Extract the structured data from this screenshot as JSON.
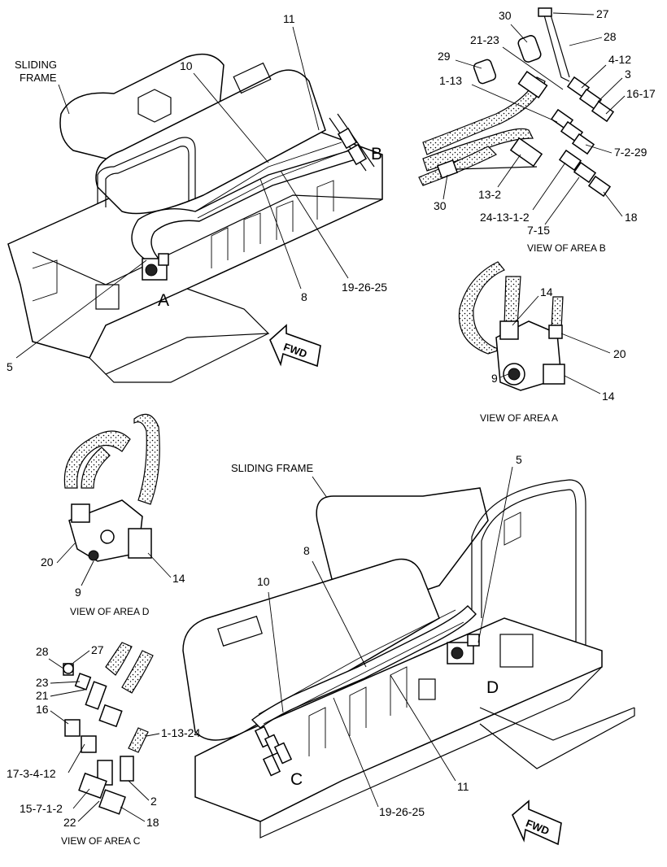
{
  "title": "",
  "top_main": {
    "frame_label": "SLIDING\nFRAME",
    "frame_label_lines": [
      "SLIDING",
      "FRAME"
    ],
    "area_A": "A",
    "area_B": "B",
    "fwd": "FWD",
    "callouts": [
      "11",
      "10",
      "5",
      "8",
      "19-26-25"
    ]
  },
  "view_b": {
    "caption": "VIEW OF AREA  B",
    "callouts": [
      "30",
      "27",
      "21-23",
      "28",
      "29",
      "4-12",
      "3",
      "1-13",
      "16-17",
      "7-2-29",
      "13-2",
      "30",
      "24-13-1-2",
      "18",
      "7-15"
    ]
  },
  "view_a": {
    "caption": "VIEW OF AREA  A",
    "callouts": [
      "14",
      "20",
      "9",
      "14"
    ]
  },
  "view_d": {
    "caption": "VIEW OF AREA  D",
    "callouts": [
      "20",
      "14",
      "9"
    ]
  },
  "bottom_main": {
    "frame_label": "SLIDING FRAME",
    "area_C": "C",
    "area_D": "D",
    "fwd": "FWD",
    "callouts": [
      "5",
      "8",
      "10",
      "11",
      "19-26-25"
    ]
  },
  "view_c": {
    "caption": "VIEW OF AREA  C",
    "callouts": [
      "28",
      "27",
      "23",
      "21",
      "16",
      "1-13-24",
      "17-3-4-12",
      "2",
      "15-7-1-2",
      "22",
      "18"
    ]
  }
}
